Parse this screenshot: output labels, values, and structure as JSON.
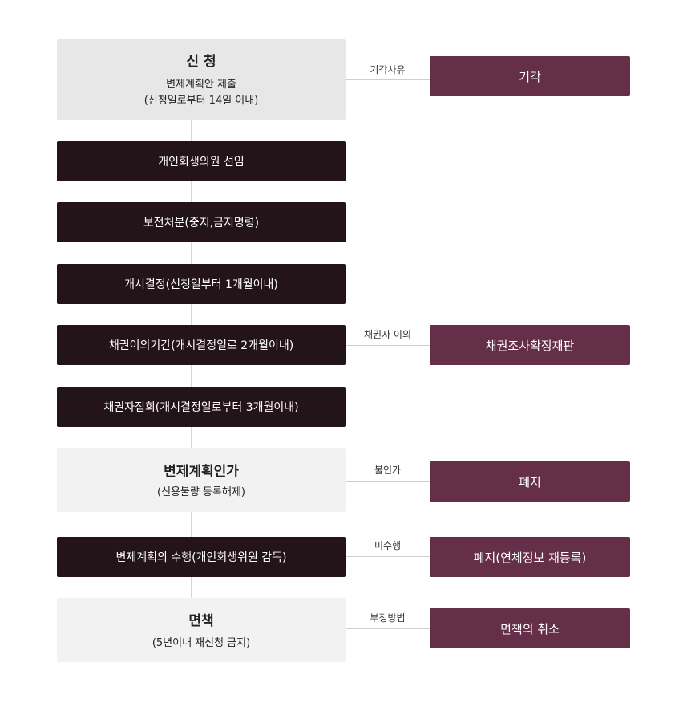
{
  "steps": [
    {
      "title": "신 청",
      "sub1": "변제계획안 제출",
      "sub2": "(신청일로부터 14일 이내)"
    },
    {
      "title": "개인회생의원 선임"
    },
    {
      "title": "보전처분(중지,금지명령)"
    },
    {
      "title": "개시결정(신청일부터 1개월이내)"
    },
    {
      "title": "채권이의기간(개시결정일로 2개월이내)"
    },
    {
      "title": "채권자집회(개시결정일로부터 3개월이내)"
    },
    {
      "title": "변제계획인가",
      "sub1": "(신용불량 등록해제)"
    },
    {
      "title": "변제계획의 수행(개인회생위원 감독)"
    },
    {
      "title": "면책",
      "sub1": "(5년이내 재신청 금지)"
    }
  ],
  "branches": [
    {
      "label": "기각사유",
      "result": "기각"
    },
    {
      "label": "채권자 이의",
      "result": "채권조사확정재판"
    },
    {
      "label": "불인가",
      "result": "폐지"
    },
    {
      "label": "미수행",
      "result": "폐지(연체정보 재등록)"
    },
    {
      "label": "부정방법",
      "result": "면책의 취소"
    }
  ],
  "colors": {
    "dark_box": "#221419",
    "light_box": "#e7e7e7",
    "light_box_alt": "#f2f2f2",
    "result_box": "#652e49",
    "line": "#d6d6d6"
  }
}
